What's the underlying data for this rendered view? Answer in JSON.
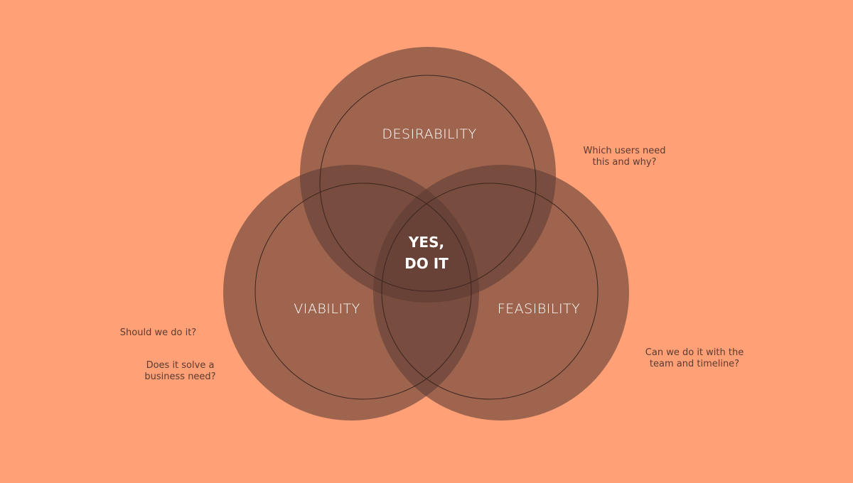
{
  "colors": {
    "background": "#ffa077",
    "circle_fill": "#5f3c34",
    "circle_opacity": "0.6",
    "inner_ring": "#3b2620",
    "label_text": "#ffffff",
    "note_text": "#5a3b30"
  },
  "diagram": {
    "circles": [
      {
        "label": "DESIRABILITY"
      },
      {
        "label": "VIABILITY"
      },
      {
        "label": "FEASIBILITY"
      }
    ],
    "center": {
      "line1": "YES,",
      "line2": "DO IT"
    }
  },
  "notes": {
    "desirability": {
      "line1": "Which users need",
      "line2": "this and why?"
    },
    "viability_q1": "Should we do it?",
    "viability_q2": {
      "line1": "Does it solve a",
      "line2": "business need?"
    },
    "feasibility": {
      "line1": "Can we do it with the",
      "line2": "team and timeline?"
    }
  }
}
